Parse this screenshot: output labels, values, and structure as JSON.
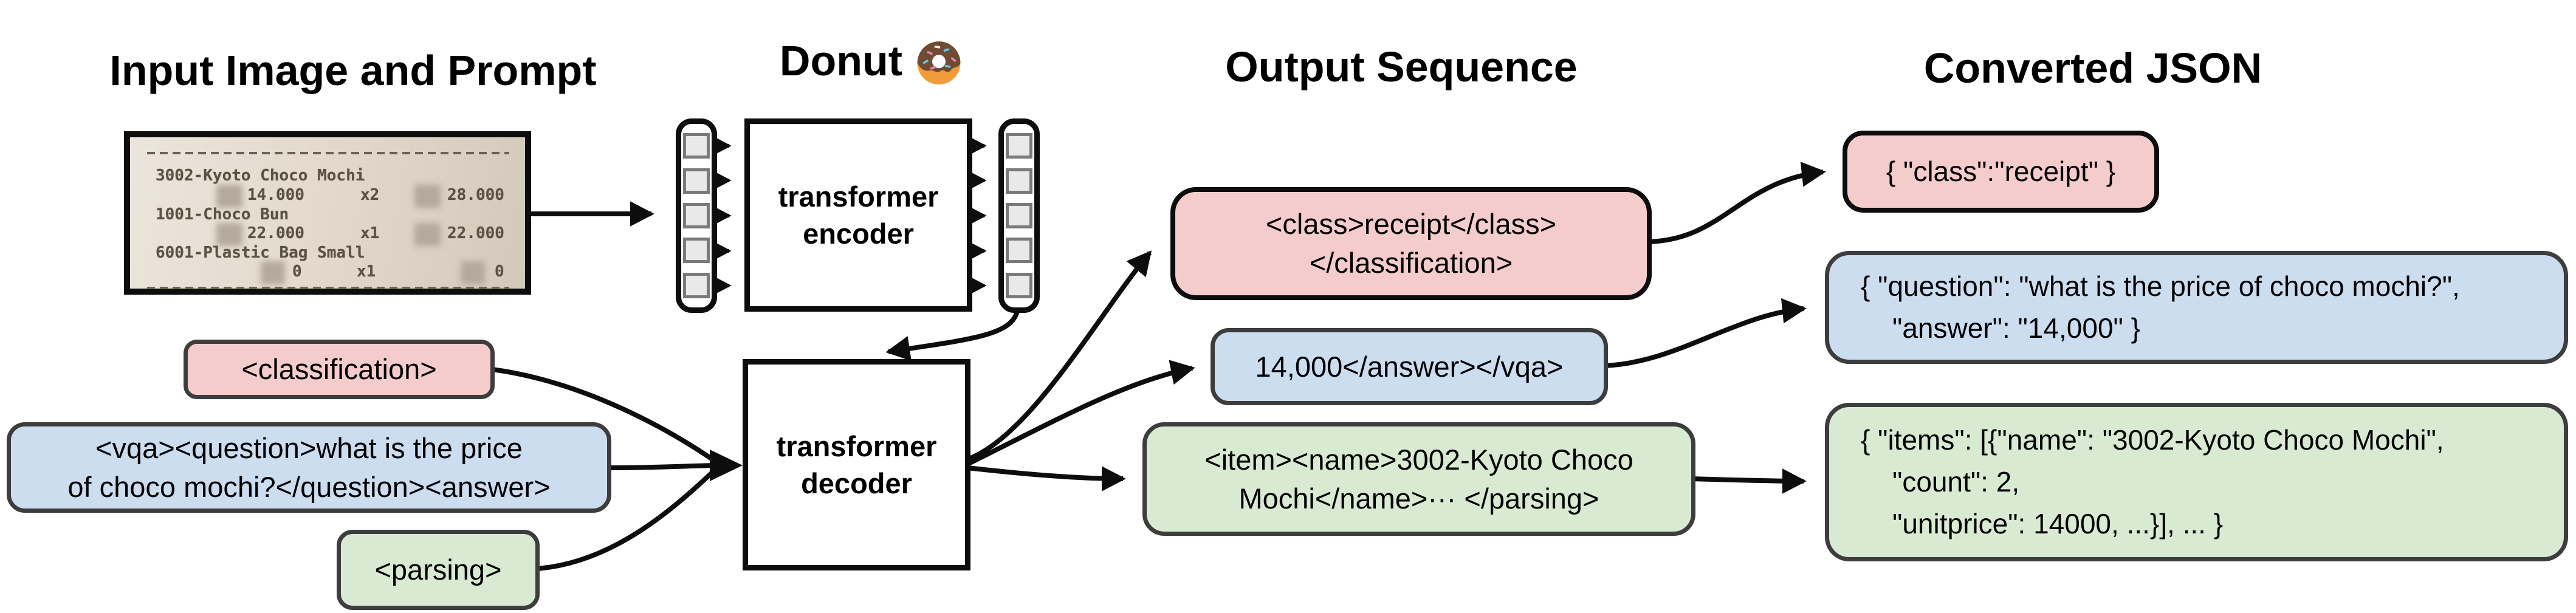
{
  "titles": {
    "input": "Input Image and Prompt",
    "model": "Donut",
    "output": "Output Sequence",
    "json": "Converted JSON"
  },
  "receipt": {
    "items": [
      {
        "name": "3002-Kyoto Choco Mochi",
        "unit": "14.000",
        "qty": "x2",
        "amount": "28.000"
      },
      {
        "name": "1001-Choco Bun",
        "unit": "22.000",
        "qty": "x1",
        "amount": "22.000"
      },
      {
        "name": "6001-Plastic Bag Small",
        "unit": "0",
        "qty": "x1",
        "amount": "0"
      }
    ]
  },
  "model": {
    "encoder": [
      "transformer",
      "encoder"
    ],
    "decoder": [
      "transformer",
      "decoder"
    ]
  },
  "prompts": {
    "classification": {
      "text": "<classification>"
    },
    "vqa": {
      "lines": [
        "<vqa><question>what is the price",
        "of choco mochi?</question><answer>"
      ]
    },
    "parsing": {
      "text": "<parsing>"
    }
  },
  "outputs": {
    "classification": {
      "lines": [
        "<class>receipt</class>",
        "</classification>"
      ]
    },
    "vqa": {
      "text": "14,000</answer></vqa>"
    },
    "parsing": {
      "lines": [
        "<item><name>3002-Kyoto Choco",
        "Mochi</name>··· </parsing>"
      ]
    }
  },
  "converted_json": {
    "classification": {
      "text": "{ \"class\":\"receipt\" }"
    },
    "vqa": {
      "lines": [
        "{ \"question\": \"what is the price of choco mochi?\",",
        "\"answer\": \"14,000\" }"
      ]
    },
    "parsing": {
      "lines": [
        "{ \"items\": [{\"name\": \"3002-Kyoto Choco Mochi\",",
        "\"count\": 2,",
        "\"unitprice\": 14000, ...}], ... }"
      ]
    }
  },
  "colors": {
    "pink": "#f4cccc",
    "blue": "#cdddf0",
    "green": "#d9ead3"
  }
}
